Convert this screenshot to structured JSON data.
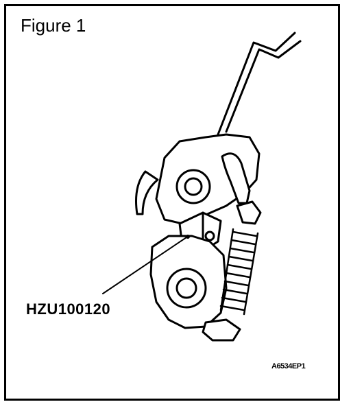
{
  "figure": {
    "title": "Figure 1",
    "part_label": "HZU100120",
    "reference_code": "A6534EP1"
  }
}
